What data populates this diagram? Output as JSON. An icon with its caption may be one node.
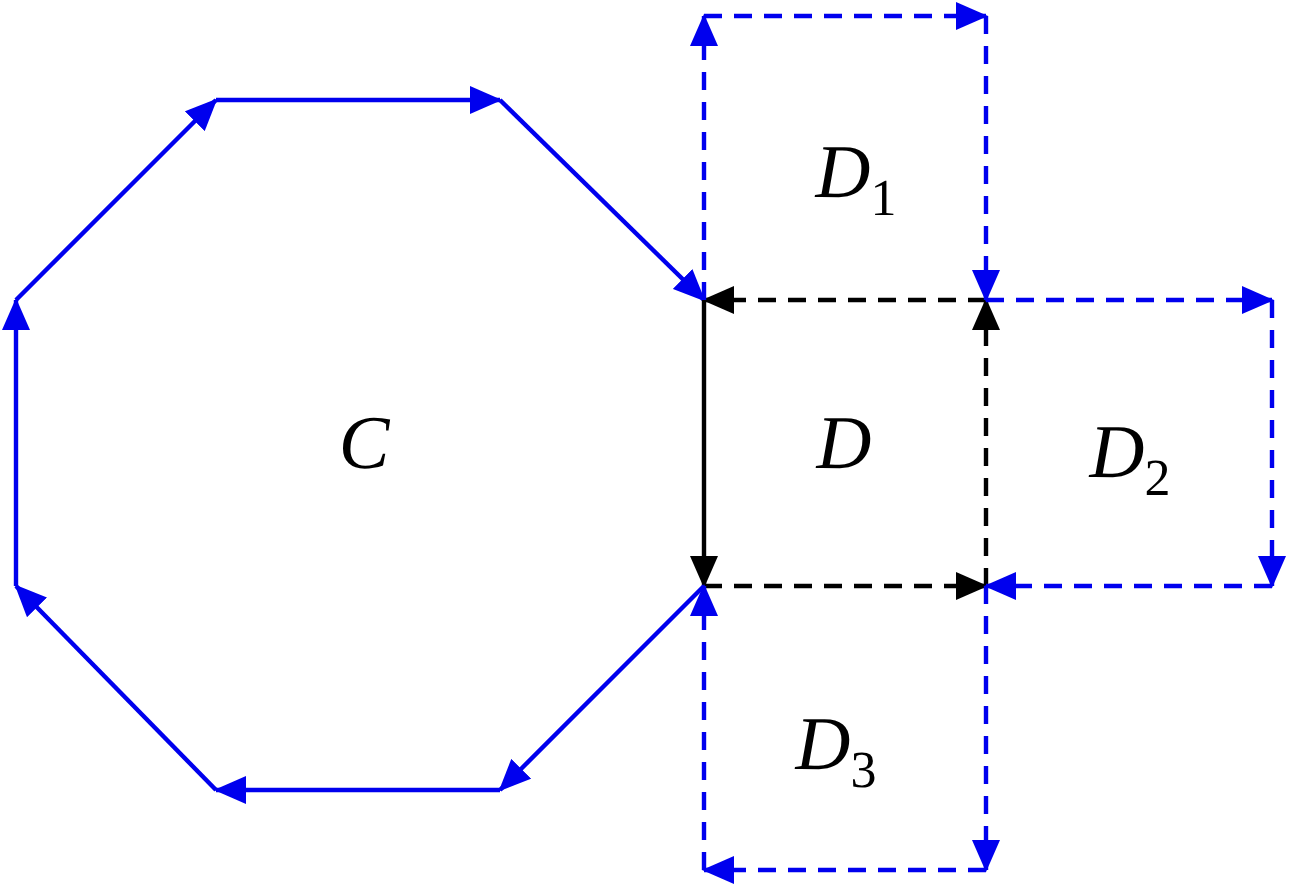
{
  "diagram": {
    "nodes": [
      {
        "text": [
          "C"
        ]
      },
      {
        "text": [
          "D"
        ]
      },
      {
        "text": [
          "D$_{1}$"
        ]
      },
      {
        "text": [
          "D$_{2}$"
        ]
      },
      {
        "text": [
          "D$_{3}$"
        ]
      }
    ]
  }
}
